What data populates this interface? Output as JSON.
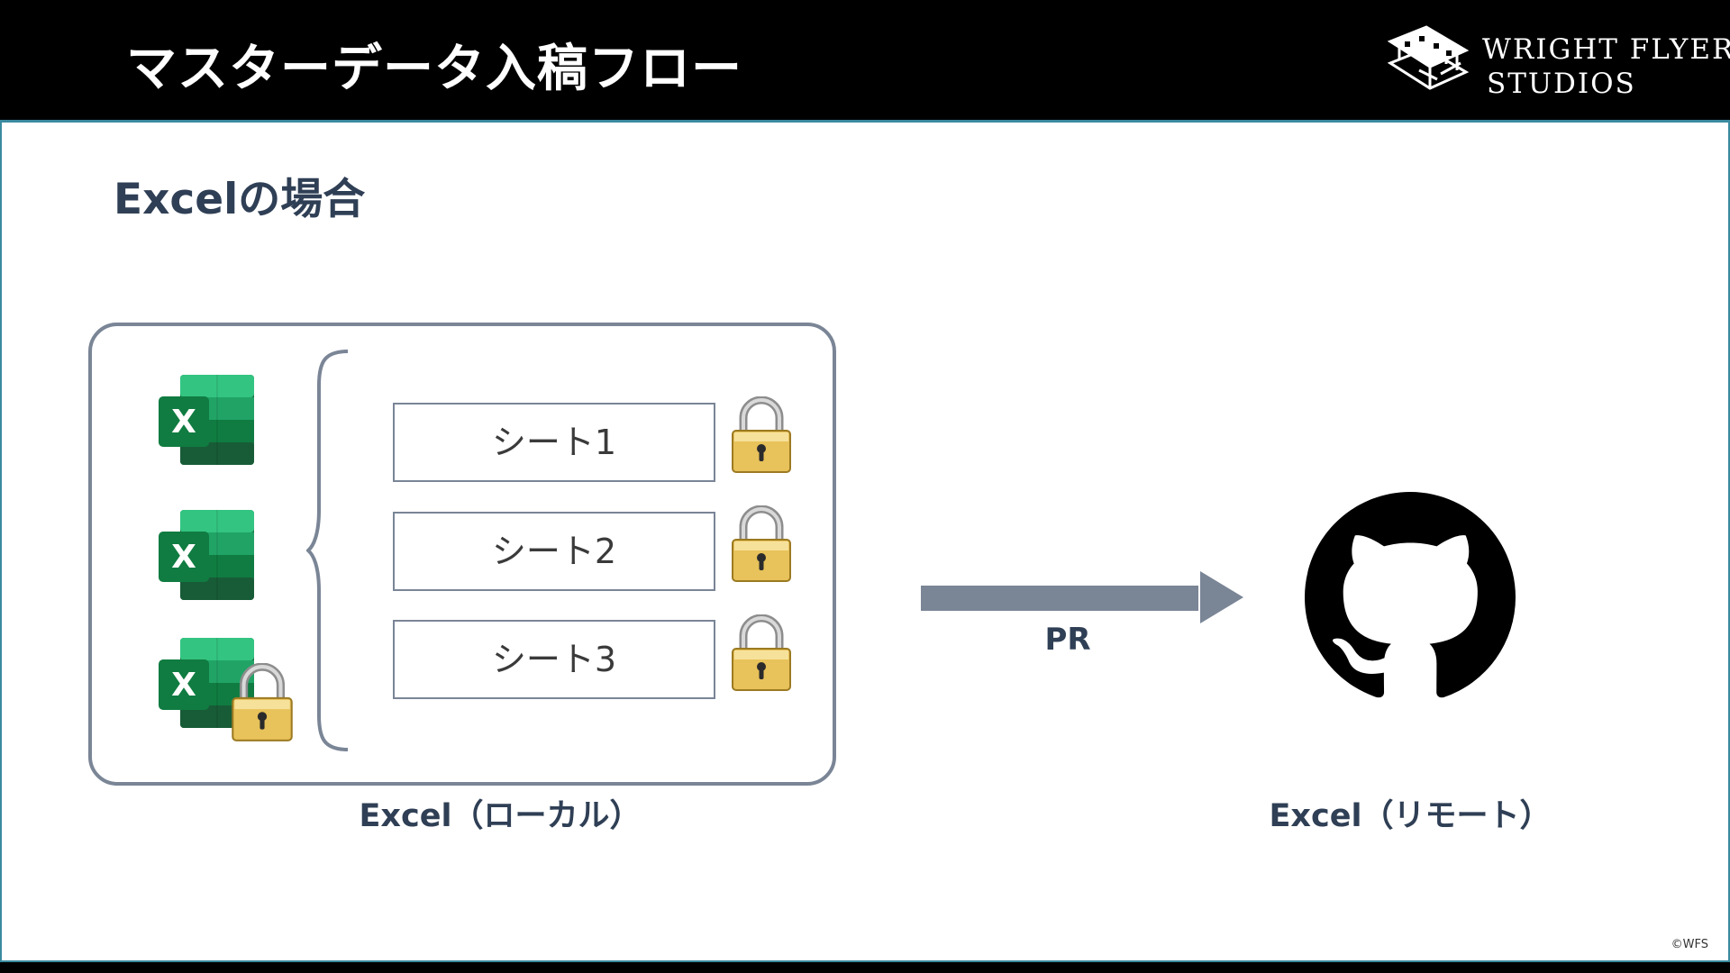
{
  "slide": {
    "title": "マスターデータ入稿フロー",
    "section_heading": "Excelの場合",
    "copyright": "©WFS"
  },
  "brand": {
    "line1": "WRIGHT FLYER",
    "line2": "STUDIOS"
  },
  "diagram": {
    "local": {
      "caption": "Excel（ローカル）",
      "files": [
        {
          "icon": "excel-icon",
          "locked": false
        },
        {
          "icon": "excel-icon",
          "locked": false
        },
        {
          "icon": "excel-icon",
          "locked": true
        }
      ],
      "sheets": [
        {
          "label": "シート1",
          "locked": true
        },
        {
          "label": "シート2",
          "locked": true
        },
        {
          "label": "シート3",
          "locked": true
        }
      ]
    },
    "arrow_label": "PR",
    "remote": {
      "caption": "Excel（リモート）",
      "icon": "github-icon"
    }
  },
  "colors": {
    "header_bg": "#000000",
    "accent_border": "#3a8a9e",
    "heading_text": "#2f3f55",
    "frame_stroke": "#7a8596",
    "arrow_fill": "#7a8596",
    "excel_green": "#1d6f42",
    "lock_gold": "#e8c25a"
  }
}
